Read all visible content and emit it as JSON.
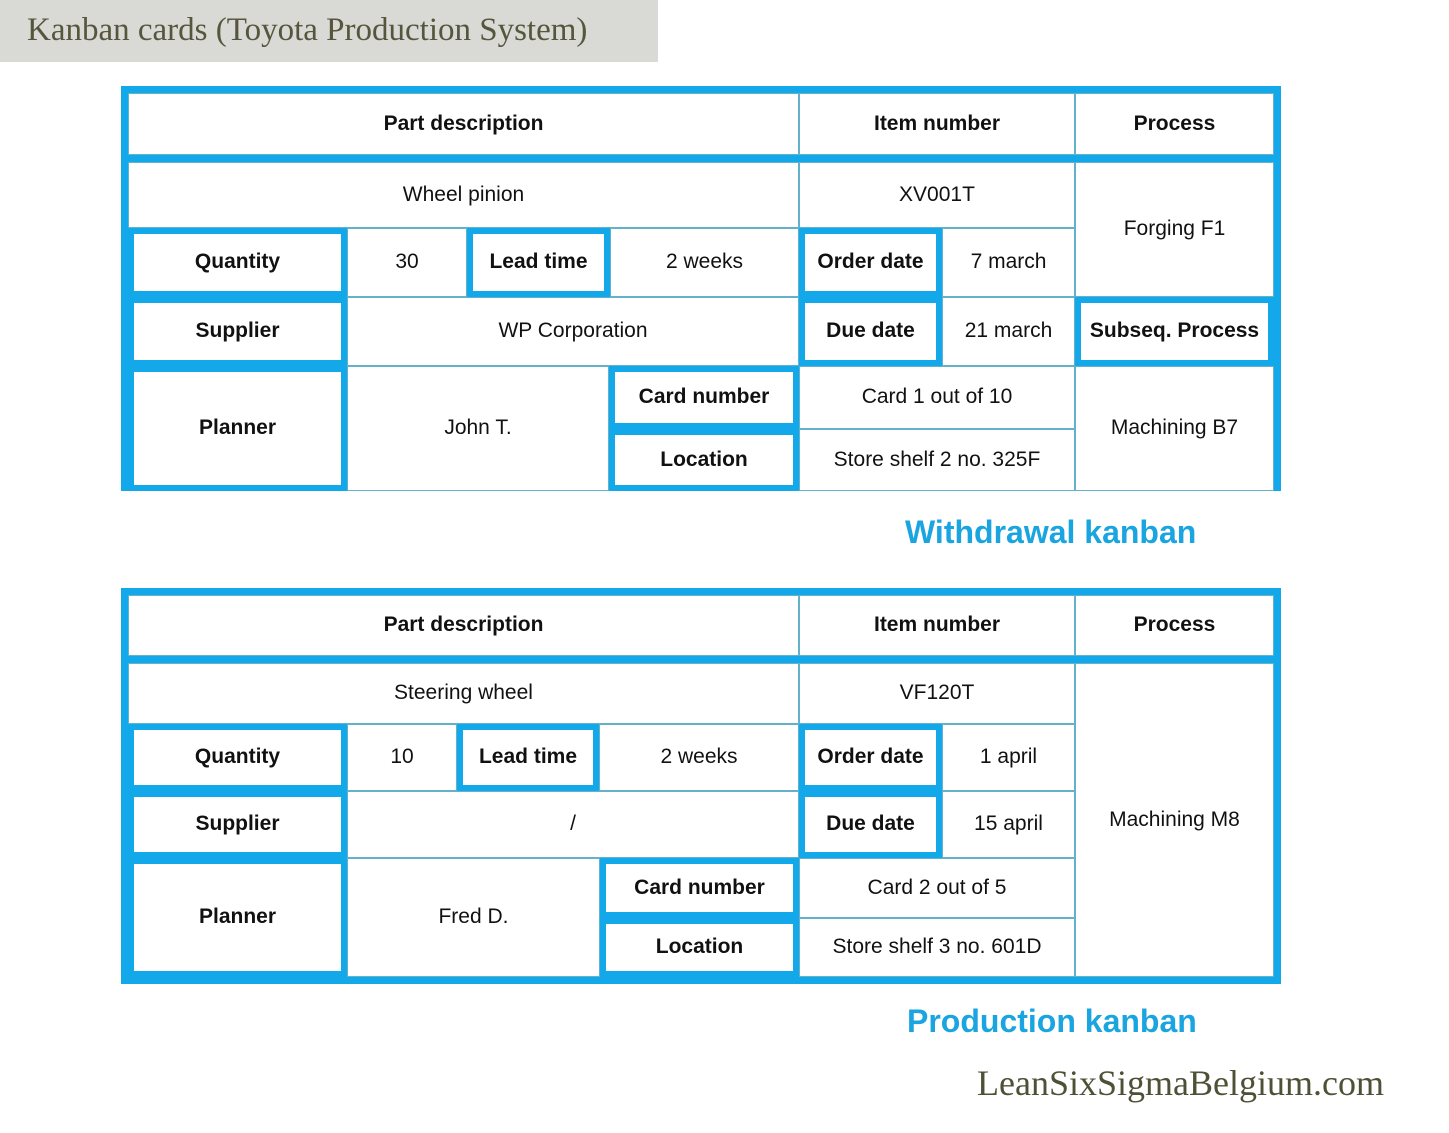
{
  "title": "Kanban cards (Toyota Production System)",
  "colors": {
    "accent_blue": "#12a8ea",
    "caption_blue": "#1ba5e0",
    "thin_rule": "#64b2c9",
    "title_band": "#d9d9d6",
    "title_text": "#55563c",
    "watermark_text": "#4f5136"
  },
  "watermark": "LeanSixSigmaBelgium.com",
  "cards": [
    {
      "id": "withdrawal",
      "caption": "Withdrawal kanban",
      "headers": {
        "part_description": "Part description",
        "item_number": "Item number",
        "process": "Process"
      },
      "labels": {
        "quantity": "Quantity",
        "lead_time": "Lead time",
        "order_date": "Order date",
        "supplier": "Supplier",
        "due_date": "Due date",
        "subseq_process": "Subseq. Process",
        "planner": "Planner",
        "card_number": "Card number",
        "location": "Location"
      },
      "values": {
        "part_description": "Wheel pinion",
        "item_number": "XV001T",
        "process": "Forging F1",
        "quantity": "30",
        "lead_time": "2 weeks",
        "order_date": "7 march",
        "supplier": "WP Corporation",
        "due_date": "21 march",
        "subseq_process": "Machining B7",
        "planner": "John T.",
        "card_number": "Card 1 out of 10",
        "location": "Store shelf 2 no. 325F"
      }
    },
    {
      "id": "production",
      "caption": "Production kanban",
      "headers": {
        "part_description": "Part description",
        "item_number": "Item number",
        "process": "Process"
      },
      "labels": {
        "quantity": "Quantity",
        "lead_time": "Lead time",
        "order_date": "Order date",
        "supplier": "Supplier",
        "due_date": "Due date",
        "planner": "Planner",
        "card_number": "Card number",
        "location": "Location"
      },
      "values": {
        "part_description": "Steering wheel",
        "item_number": "VF120T",
        "process": "Machining M8",
        "quantity": "10",
        "lead_time": "2 weeks",
        "order_date": "1 april",
        "supplier": "/",
        "due_date": "15 april",
        "planner": "Fred D.",
        "card_number": "Card 2 out of 5",
        "location": "Store shelf 3 no. 601D"
      }
    }
  ]
}
